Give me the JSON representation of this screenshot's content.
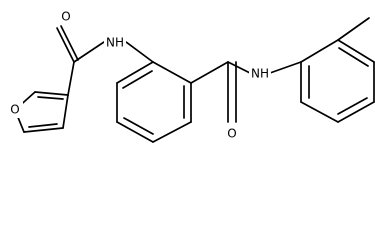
{
  "diagram": {
    "type": "chemical-structure",
    "atoms": [
      {
        "id": "o_furan_ring",
        "label": "O"
      },
      {
        "id": "o_amide_left",
        "label": "O"
      },
      {
        "id": "nh_amide_left",
        "label": "NH"
      },
      {
        "id": "nh_amide_right",
        "label": "NH"
      },
      {
        "id": "o_amide_right",
        "label": "O"
      }
    ]
  }
}
